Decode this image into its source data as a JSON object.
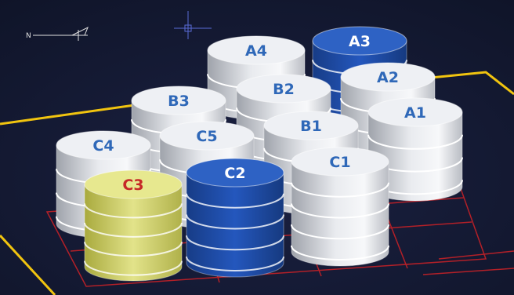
{
  "viewport": {
    "background": "#141a33",
    "platform_outline_color": "#f1c40f",
    "grid_color": "#b32028"
  },
  "compass": {
    "north_label": "N"
  },
  "cylinders": [
    {
      "id": "A4",
      "color": "white"
    },
    {
      "id": "A3",
      "color": "blue"
    },
    {
      "id": "B2",
      "color": "white"
    },
    {
      "id": "A2",
      "color": "white"
    },
    {
      "id": "B3",
      "color": "white"
    },
    {
      "id": "A1",
      "color": "white"
    },
    {
      "id": "B1",
      "color": "white"
    },
    {
      "id": "C5",
      "color": "white"
    },
    {
      "id": "C4",
      "color": "white"
    },
    {
      "id": "C1",
      "color": "white"
    },
    {
      "id": "C2",
      "color": "blue"
    },
    {
      "id": "C3",
      "color": "yellow"
    }
  ],
  "colors": {
    "white_body": "#d9dbe0",
    "white_top": "#eef0f4",
    "white_label": "#2f68b8",
    "blue_body": "#1f4fae",
    "blue_top": "#2e62c4",
    "blue_label": "#ffffff",
    "yellow_body": "#d6d66a",
    "yellow_top": "#e7e88f",
    "yellow_label": "#c62828"
  }
}
